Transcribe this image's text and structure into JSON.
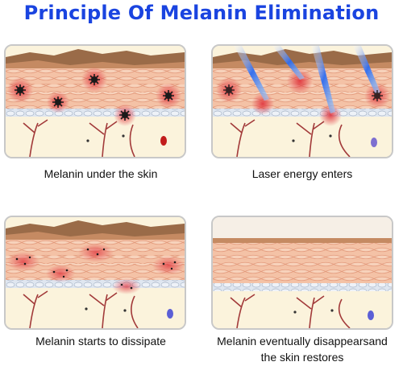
{
  "title": "Principle Of Melanin Elimination",
  "panels": [
    {
      "caption": "Melanin under the skin",
      "stage": "melanin-present"
    },
    {
      "caption": "Laser energy enters",
      "stage": "laser-applied"
    },
    {
      "caption": "Melanin starts to dissipate",
      "stage": "dissipating"
    },
    {
      "caption_line1": "Melanin eventually disappearsand",
      "caption_line2": "the skin restores",
      "stage": "restored"
    }
  ],
  "colors": {
    "title": "#1a44e0",
    "dermis": "#f3bfa0",
    "melanin": "#1a1a1a",
    "laser": "#2d6cf0",
    "vessel": "#a23a3a"
  }
}
